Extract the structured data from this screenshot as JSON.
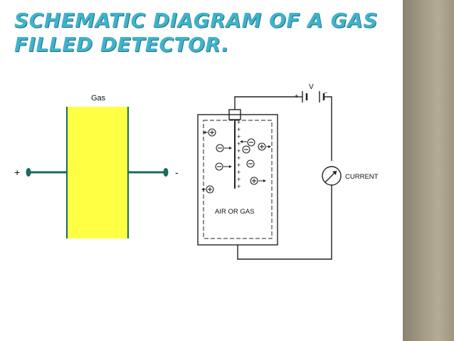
{
  "slide": {
    "title": "SCHEMATIC DIAGRAM OF A GAS FILLED DETECTOR.",
    "colors": {
      "title": "#3fb3cb",
      "gas_cell": "#ffff44",
      "electrode": "#1a6b5a",
      "strip": "#a29984"
    }
  },
  "left_diagram": {
    "gas_label": "Gas",
    "positive_label": "+",
    "negative_label": "-"
  },
  "right_diagram": {
    "voltage_label": "V",
    "battery_plus": "+",
    "battery_minus": "−",
    "current_label": "CURRENT",
    "chamber_label": "AIR OR GAS",
    "plate_charges": [
      "+",
      "+",
      "+",
      "+",
      "+",
      "+",
      "+",
      "+",
      "+",
      "+",
      "+"
    ],
    "icons": [
      "positive-ion-icon",
      "negative-ion-icon",
      "ammeter-icon"
    ]
  }
}
